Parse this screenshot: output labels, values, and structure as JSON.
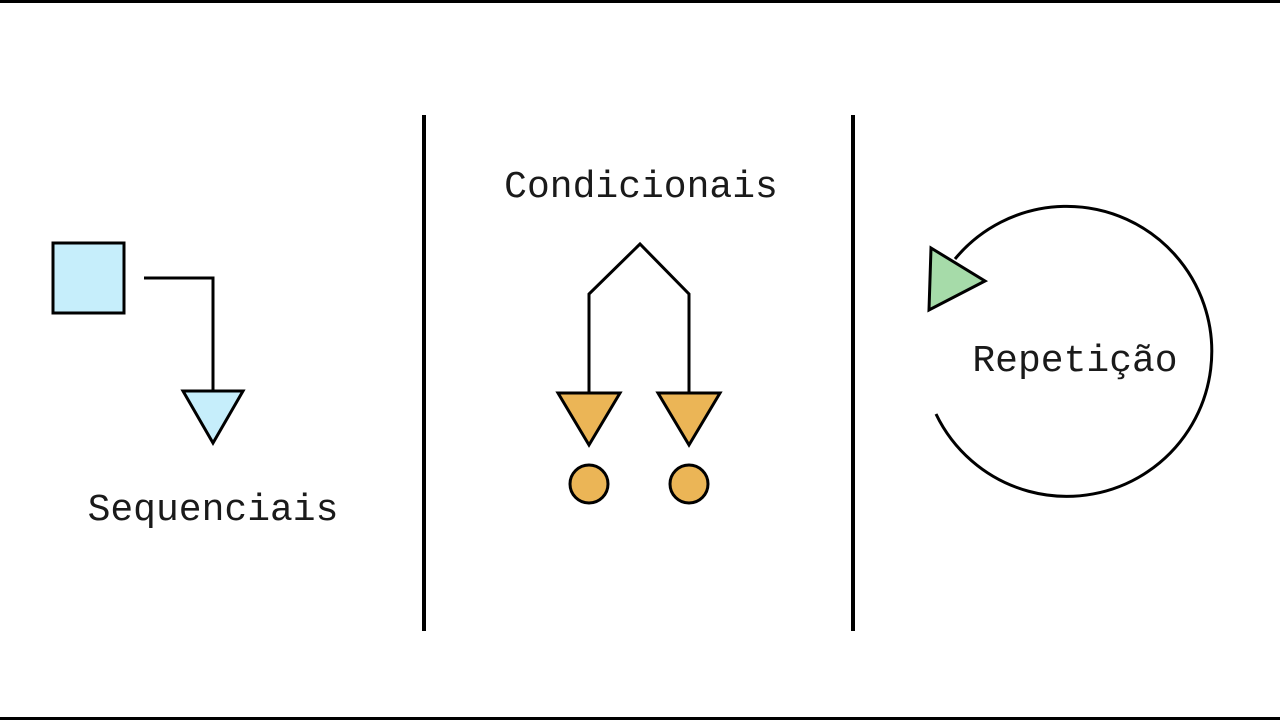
{
  "labels": {
    "sequential": "Sequenciais",
    "conditional": "Condicionais",
    "repetition": "Repetição"
  },
  "colors": {
    "background": "#ffffff",
    "stroke": "#000000",
    "sequential_fill": "#c6eefb",
    "conditional_fill": "#ebb556",
    "repetition_fill": "#a6dba9"
  }
}
